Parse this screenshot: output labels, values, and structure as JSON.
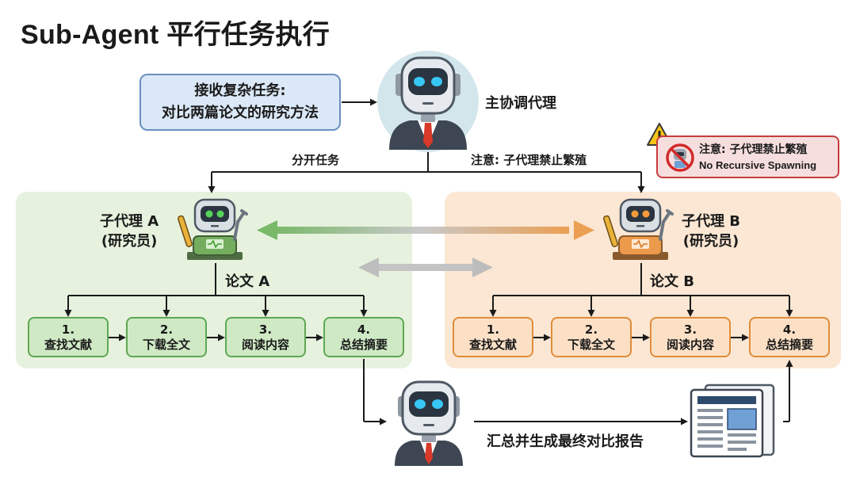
{
  "title": "Sub-Agent 平行任务执行",
  "task_box": {
    "line1": "接收复杂任务:",
    "line2": "对比两篇论文的研究方法"
  },
  "main_agent_label": "主协调代理",
  "split_label": "分开任务",
  "note_label": "注意: 子代理禁止繁殖",
  "warning": {
    "line1": "注意: 子代理禁止繁殖",
    "line2": "No Recursive Spawning"
  },
  "agent_a": {
    "name": "子代理 A",
    "role": "(研究员)",
    "paper": "论文 A"
  },
  "agent_b": {
    "name": "子代理 B",
    "role": "(研究员)",
    "paper": "论文 B"
  },
  "steps_a": [
    {
      "num": "1.",
      "label": "查找文献"
    },
    {
      "num": "2.",
      "label": "下载全文"
    },
    {
      "num": "3.",
      "label": "阅读内容"
    },
    {
      "num": "4.",
      "label": "总结摘要"
    }
  ],
  "steps_b": [
    {
      "num": "1.",
      "label": "查找文献"
    },
    {
      "num": "2.",
      "label": "下载全文"
    },
    {
      "num": "3.",
      "label": "阅读内容"
    },
    {
      "num": "4.",
      "label": "总结摘要"
    }
  ],
  "final_label": "汇总并生成最终对比报告",
  "colors": {
    "green_accent": "#5ea853",
    "orange_accent": "#e08c3b",
    "blue_accent": "#6b8fbf",
    "warning_red": "#c73b3b"
  },
  "icons": {
    "main_agent": "robot-manager-icon",
    "sub_agent_a": "robot-researcher-green-icon",
    "sub_agent_b": "robot-researcher-orange-icon",
    "final_agent": "robot-manager-icon",
    "report": "document-report-icon",
    "warning": "warning-triangle-icon",
    "no_spawn": "no-robot-icon"
  }
}
